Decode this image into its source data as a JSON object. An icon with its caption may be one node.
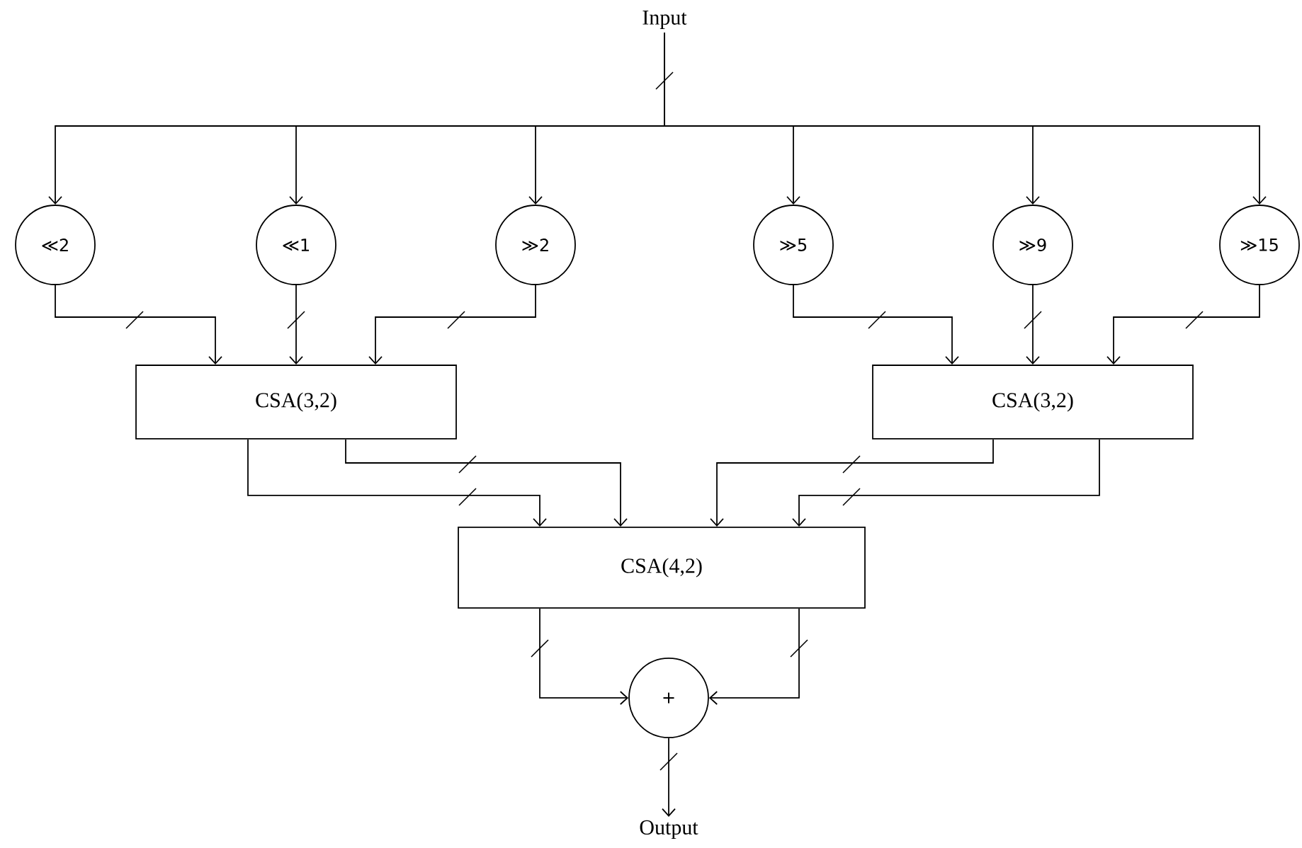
{
  "diagram": {
    "nodes": [
      {
        "text": [
          "Input"
        ]
      },
      {
        "text": [
          "≪2"
        ]
      },
      {
        "text": [
          "≪1"
        ]
      },
      {
        "text": [
          "≫2"
        ]
      },
      {
        "text": [
          "≫5"
        ]
      },
      {
        "text": [
          "≫9"
        ]
      },
      {
        "text": [
          "≫15"
        ]
      },
      {
        "text": [
          "CSA(3,2)"
        ]
      },
      {
        "text": [
          "CSA(3,2)"
        ]
      },
      {
        "text": [
          "CSA(4,2)"
        ]
      },
      {
        "text": [
          "+"
        ]
      },
      {
        "text": [
          "Output"
        ]
      }
    ],
    "edges": [
      {
        "from": 0,
        "to": 1,
        "arrow": "to"
      },
      {
        "from": 0,
        "to": 2,
        "arrow": "to"
      },
      {
        "from": 0,
        "to": 3,
        "arrow": "to"
      },
      {
        "from": 0,
        "to": 4,
        "arrow": "to"
      },
      {
        "from": 0,
        "to": 5,
        "arrow": "to"
      },
      {
        "from": 0,
        "to": 6,
        "arrow": "to"
      },
      {
        "from": 1,
        "to": 7,
        "arrow": "to"
      },
      {
        "from": 2,
        "to": 7,
        "arrow": "to"
      },
      {
        "from": 3,
        "to": 7,
        "arrow": "to"
      },
      {
        "from": 4,
        "to": 8,
        "arrow": "to"
      },
      {
        "from": 5,
        "to": 8,
        "arrow": "to"
      },
      {
        "from": 6,
        "to": 8,
        "arrow": "to"
      },
      {
        "from": 7,
        "to": 9,
        "arrow": "to"
      },
      {
        "from": 7,
        "to": 9,
        "arrow": "to"
      },
      {
        "from": 8,
        "to": 9,
        "arrow": "to"
      },
      {
        "from": 8,
        "to": 9,
        "arrow": "to"
      },
      {
        "from": 9,
        "to": 10,
        "arrow": "to"
      },
      {
        "from": 9,
        "to": 10,
        "arrow": "to"
      },
      {
        "from": 10,
        "to": 11,
        "arrow": "to"
      }
    ]
  }
}
